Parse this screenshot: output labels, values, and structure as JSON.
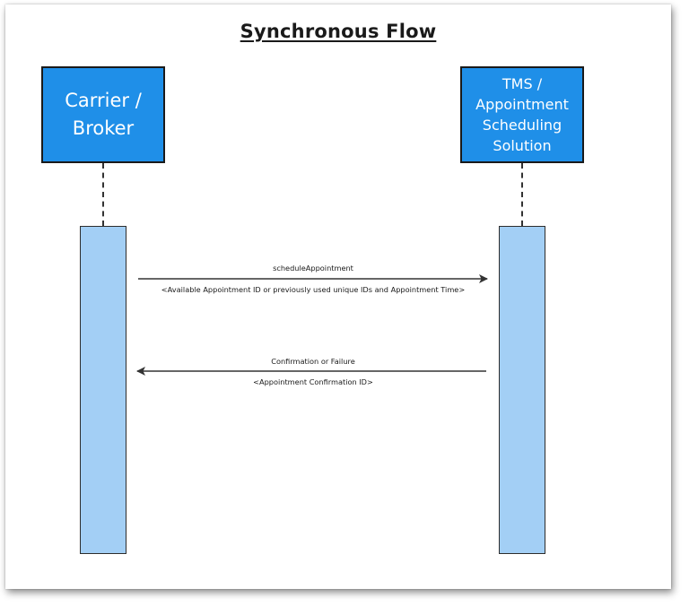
{
  "diagram": {
    "title": "Synchronous Flow",
    "actors": {
      "left": {
        "label": "Carrier /\nBroker"
      },
      "right": {
        "label": "TMS /\nAppointment\nScheduling\nSolution"
      }
    },
    "messages": [
      {
        "label": "scheduleAppointment",
        "sublabel": "<Available Appointment ID or previously used unique IDs and Appointment Time>",
        "direction": "left-to-right"
      },
      {
        "label": "Confirmation or Failure",
        "sublabel": "<Appointment Confirmation ID>",
        "direction": "right-to-left"
      }
    ],
    "colors": {
      "actor_fill": "#1f8fe8",
      "activation_fill": "#a3cff5",
      "line": "#333333"
    }
  }
}
